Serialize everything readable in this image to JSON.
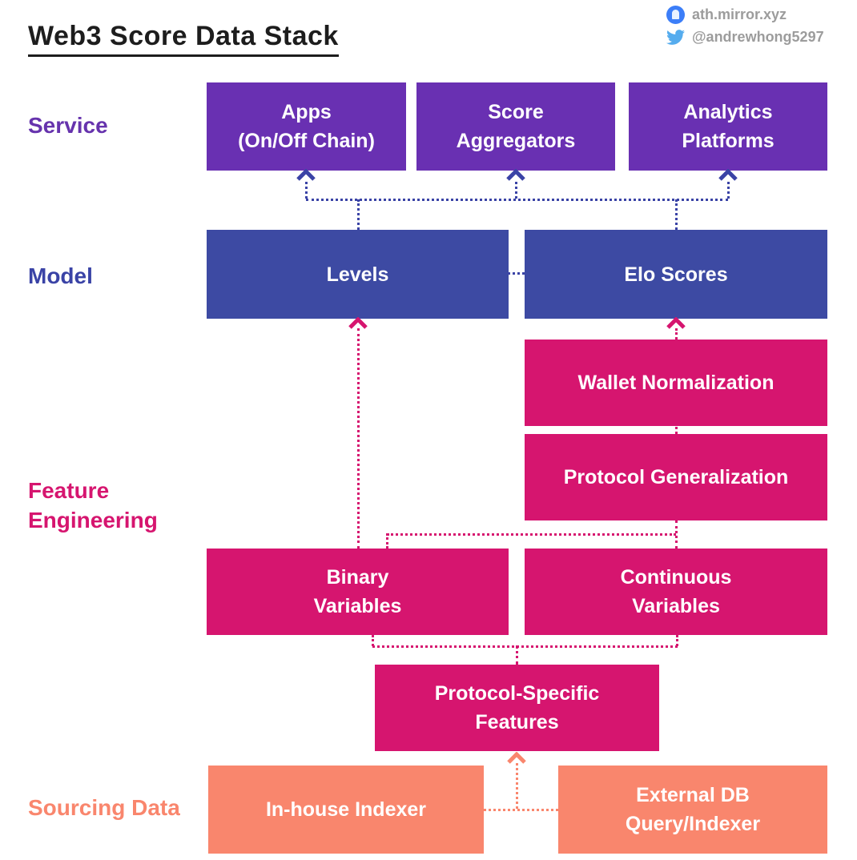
{
  "title": "Web3 Score Data Stack",
  "social": {
    "mirror": "ath.mirror.xyz",
    "twitter": "@andrewhong5297"
  },
  "palette": {
    "service_purple": "#6930b2",
    "model_indigo": "#3d4aa3",
    "feature_pink": "#d6156f",
    "sourcing_salmon": "#f9866d",
    "title_text": "#1d1d1d",
    "social_text": "#9c9c9c",
    "twitter_blue": "#55acee",
    "mirror_blue": "#3c7ef8"
  },
  "layers": {
    "service": {
      "label": "Service",
      "boxes": [
        {
          "label": "Apps\n(On/Off Chain)"
        },
        {
          "label": "Score\nAggregators"
        },
        {
          "label": "Analytics\nPlatforms"
        }
      ]
    },
    "model": {
      "label": "Model",
      "boxes": [
        {
          "label": "Levels"
        },
        {
          "label": "Elo Scores"
        }
      ]
    },
    "feature": {
      "label": "Feature\nEngineering",
      "boxes": [
        {
          "label": "Wallet Normalization"
        },
        {
          "label": "Protocol Generalization"
        },
        {
          "label": "Binary\nVariables"
        },
        {
          "label": "Continuous\nVariables"
        },
        {
          "label": "Protocol-Specific\nFeatures"
        }
      ]
    },
    "sourcing": {
      "label": "Sourcing Data",
      "boxes": [
        {
          "label": "In-house Indexer"
        },
        {
          "label": "External DB\nQuery/Indexer"
        }
      ]
    }
  }
}
